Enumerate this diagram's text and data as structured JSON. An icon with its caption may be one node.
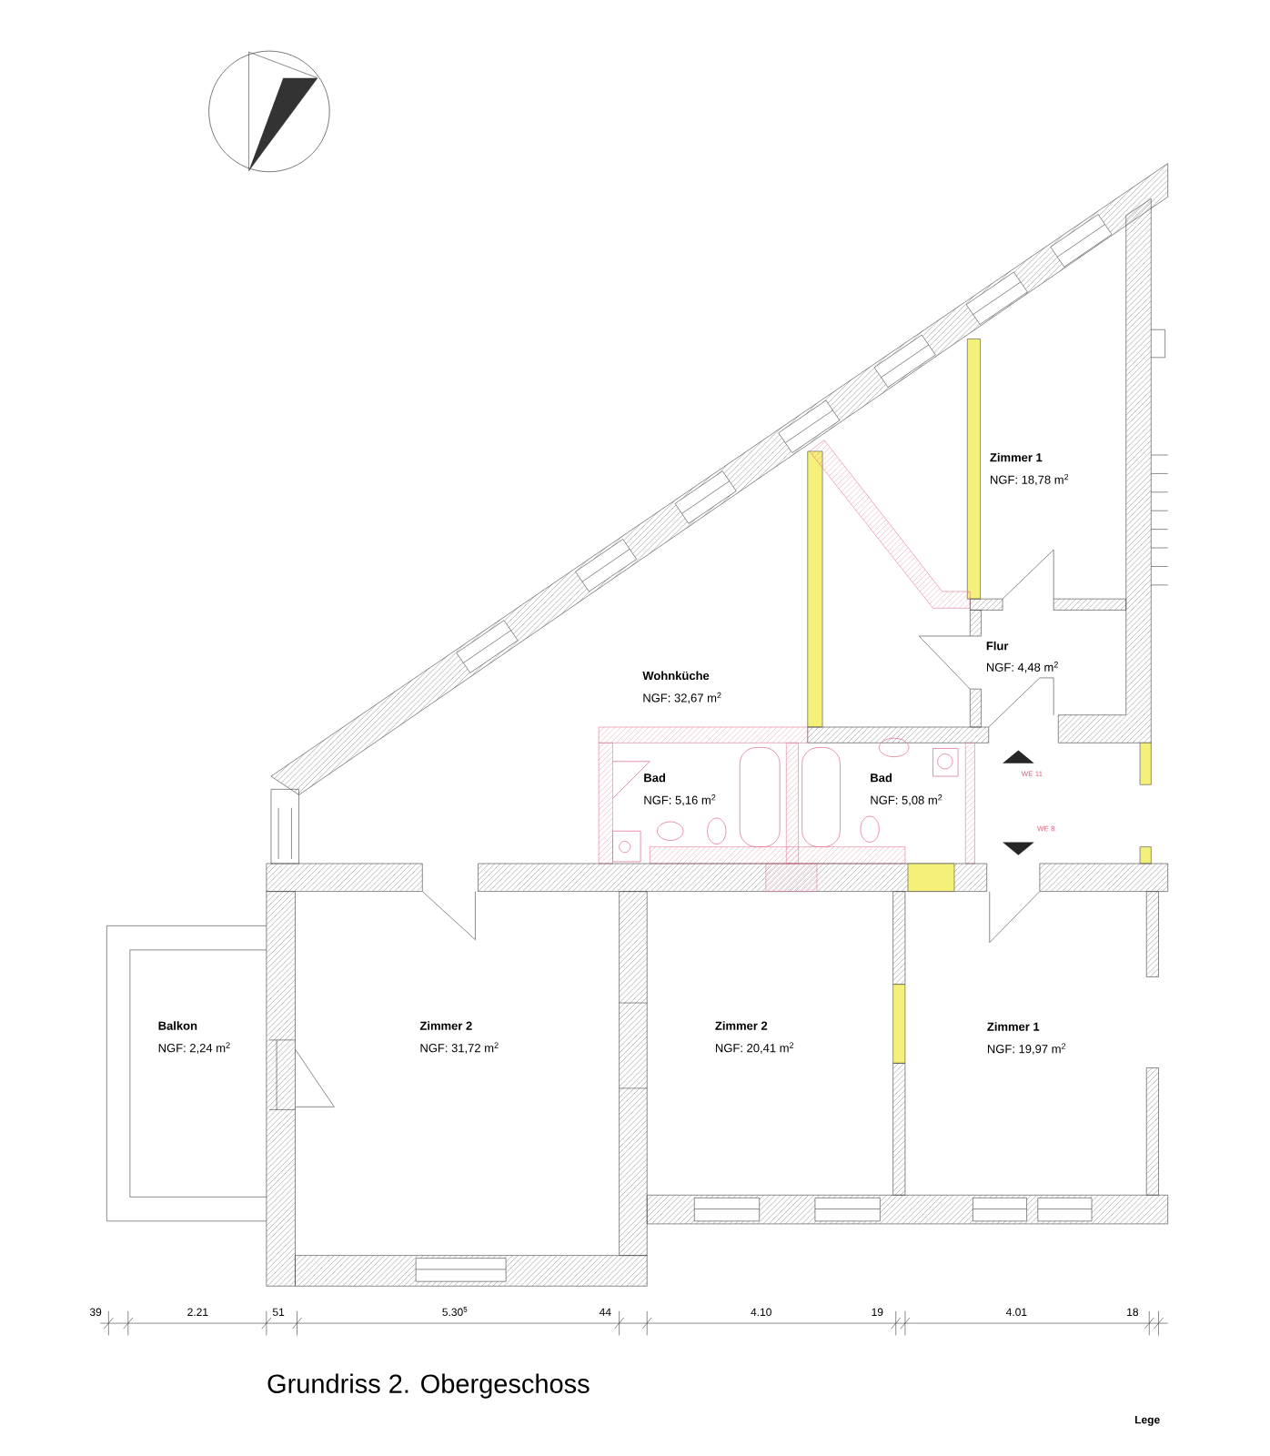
{
  "diagram": {
    "caption": "Grundriss 2. Obergeschoss",
    "labels": [
      "Zimmer 1",
      "NGF: 18,78 m$^{2}$",
      "Flur",
      "NGF: 4,48 m$^{2}$",
      "Wohnküche",
      "NGF: 32,67 m$^{2}$",
      "Bad",
      "NGF: 5,16 m$^{2}$",
      "Bad",
      "NGF: 5,08 m$^{2}$",
      "WE 11",
      "WE 8",
      "Balkon",
      "NGF: 2,24 m$^{2}$",
      "Zimmer 2",
      "NGF: 31,72 m$^{2}$",
      "Zimmer 2",
      "NGF: 20,41 m$^{2}$",
      "Zimmer 1",
      "NGF: 19,97 m$^{2}$",
      "39",
      "2.21",
      "51",
      "5.30$^{5}$",
      "44",
      "4.10",
      "19",
      "4.01",
      "18",
      "Lege"
    ]
  }
}
